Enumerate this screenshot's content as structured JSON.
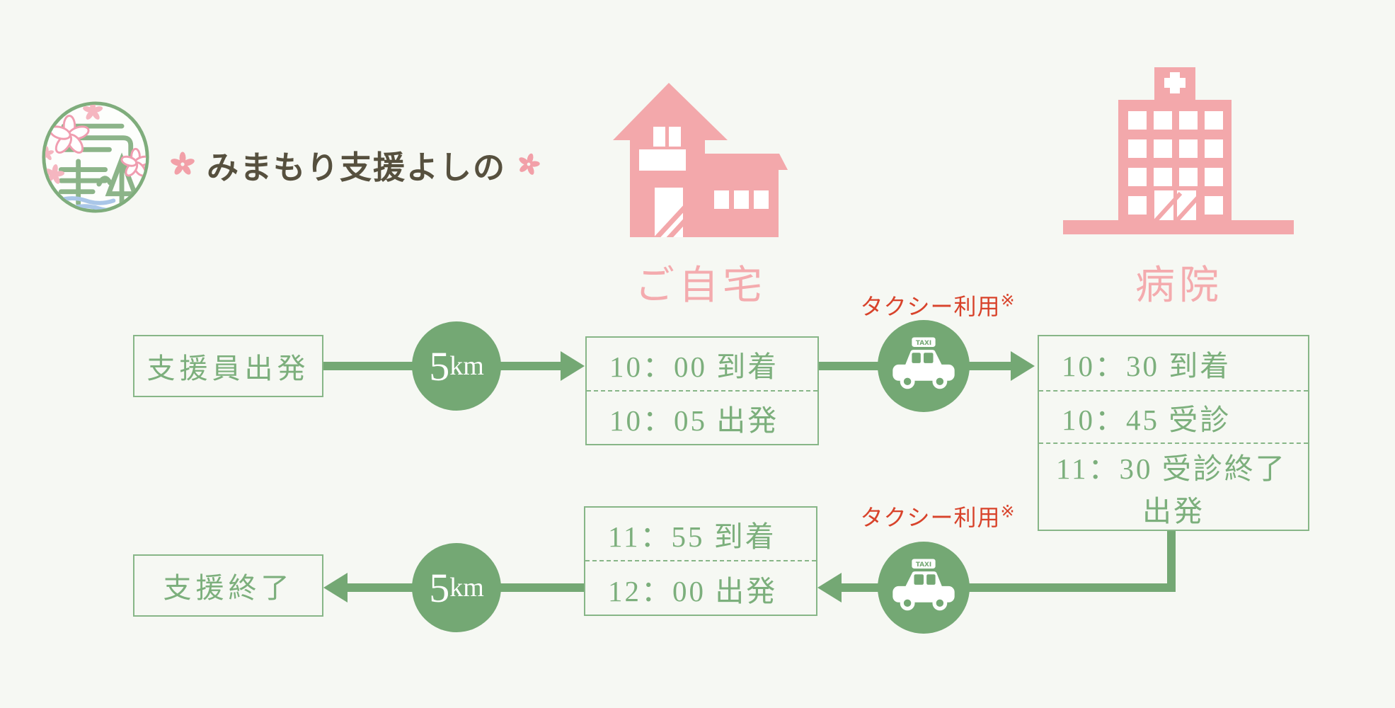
{
  "page": {
    "background": "#F6F8F3"
  },
  "colors": {
    "green": "#74A874",
    "green_border": "#87B687",
    "green_text": "#7CAF7C",
    "pink": "#F3A8AB",
    "red": "#D8432B",
    "title_brown": "#56503E",
    "water_blue": "#A9C6E8"
  },
  "header": {
    "title": "みまもり支援よしの"
  },
  "locations": {
    "home": {
      "label": "ご自宅"
    },
    "hospital": {
      "label": "病院"
    }
  },
  "flow": {
    "start_box": "支援員出発",
    "end_box": "支援終了",
    "distance_outbound": {
      "value": "5",
      "unit": "km"
    },
    "distance_return": {
      "value": "5",
      "unit": "km"
    },
    "taxi_outbound_label": {
      "text": "タクシー利用",
      "note_mark": "※"
    },
    "taxi_return_label": {
      "text": "タクシー利用",
      "note_mark": "※"
    },
    "taxi_sign": "TAXI",
    "home_departure": {
      "rows": [
        "10：00 到着",
        "10：05 出発"
      ]
    },
    "hospital_box": {
      "rows": [
        "10：30 到着",
        "10：45 受診",
        "11：30 受診終了",
        "出発"
      ]
    },
    "home_return": {
      "rows": [
        "11：55 到着",
        "12：00 出発"
      ]
    }
  }
}
